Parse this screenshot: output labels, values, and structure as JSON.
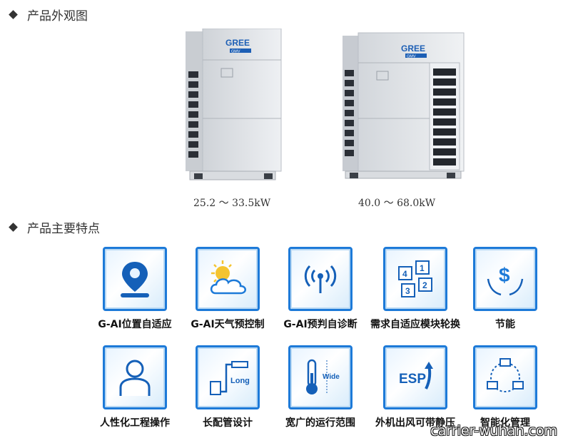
{
  "sections": {
    "appearance_title": "产品外观图",
    "features_title": "产品主要特点"
  },
  "units": [
    {
      "brand": "GREE",
      "series": "GMV",
      "capacity": "25.2 ～ 33.5kW"
    },
    {
      "brand": "GREE",
      "series": "GMV",
      "capacity": "40.0 ～ 68.0kW"
    }
  ],
  "features": [
    {
      "icon": "location-pin-icon",
      "label": "G-AI位置自适应"
    },
    {
      "icon": "sun-cloud-icon",
      "label": "G-AI天气预控制"
    },
    {
      "icon": "signal-icon",
      "label": "G-AI预判自诊断"
    },
    {
      "icon": "module-rotation-icon",
      "label": "需求自适应模块轮换"
    },
    {
      "icon": "dollar-hands-icon",
      "label": "节能"
    },
    {
      "icon": "person-icon",
      "label": "人性化工程操作"
    },
    {
      "icon": "long-pipe-icon",
      "label": "长配管设计"
    },
    {
      "icon": "thermometer-icon",
      "label": "宽广的运行范围"
    },
    {
      "icon": "esp-icon",
      "label": "外机出风可带静压"
    },
    {
      "icon": "network-icon",
      "label": "智能化管理"
    }
  ],
  "icon_text": {
    "wide": "Wide",
    "long": "Long",
    "esp": "ESP",
    "dollar": "$",
    "rot1": "1",
    "rot2": "2",
    "rot3": "3",
    "rot4": "4"
  },
  "watermark": "carrier-wuhan.com",
  "colors": {
    "accent": "#1d7ad8",
    "text": "#111111"
  }
}
